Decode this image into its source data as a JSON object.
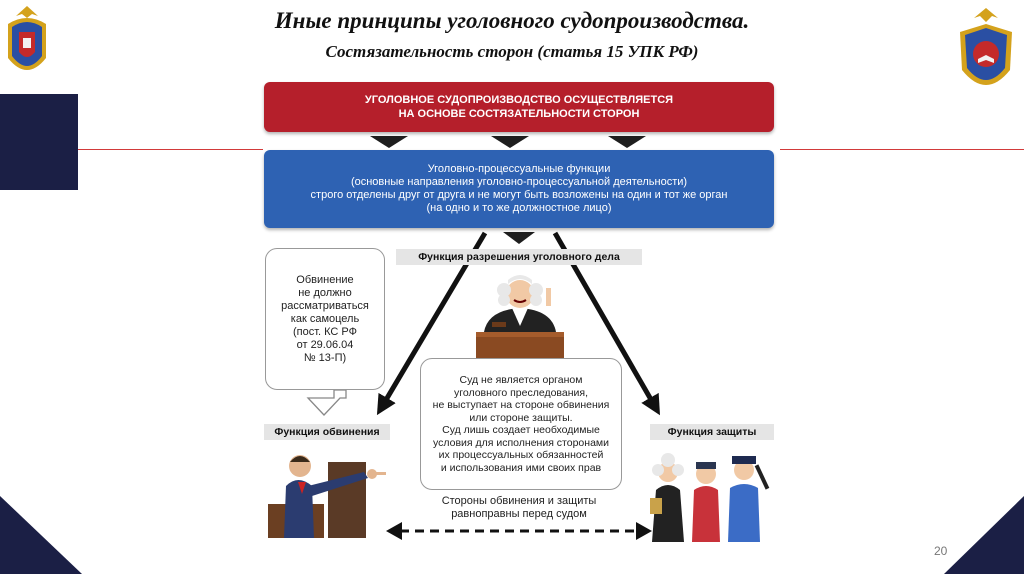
{
  "header": {
    "title": "Иные принципы уголовного судопроизводства.",
    "subtitle": "Состязательность сторон (статья 15 УПК РФ)"
  },
  "diagram": {
    "top_box": [
      "УГОЛОВНОЕ СУДОПРОИЗВОДСТВО ОСУЩЕСТВЛЯЕТСЯ",
      "НА ОСНОВЕ СОСТЯЗАТЕЛЬНОСТИ СТОРОН"
    ],
    "functions_box": [
      "Уголовно-процессуальные функции",
      "(основные направления уголовно-процессуальной деятельности)",
      "строго отделены друг от друга и не могут быть возложены на один и тот же орган",
      "(на одно и то же должностное лицо)"
    ],
    "resolution_label": "Функция разрешения уголовного дела",
    "prosecution_label": "Функция обвинения",
    "defense_label": "Функция защиты",
    "left_note": [
      "Обвинение",
      "не должно",
      "рассматриваться",
      "как самоцель",
      "(пост. КС РФ",
      "от 29.06.04",
      "№ 13-П)"
    ],
    "center_note": [
      "Суд не является органом",
      "уголовного преследования,",
      "не выступает на стороне обвинения",
      "или стороне защиты.",
      "Суд лишь создает необходимые",
      "условия для исполнения сторонами",
      "их процессуальных обязанностей",
      "и использования ими своих прав"
    ],
    "bottom_text": [
      "Стороны обвинения и защиты",
      "равноправны перед судом"
    ]
  },
  "footer": {
    "page_number": "20"
  },
  "colors": {
    "red_box": "#b51f2b",
    "blue_box": "#2e62b3",
    "navy": "#1b1f45",
    "accent_line": "#d23a3a"
  }
}
